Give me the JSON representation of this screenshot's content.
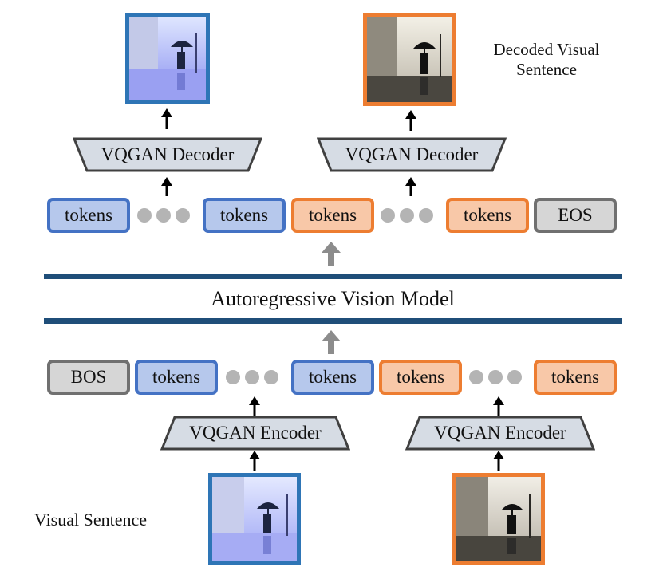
{
  "labels": {
    "decoded": [
      "Decoded Visual",
      "Sentence"
    ],
    "visual_sentence": "Visual Sentence",
    "model": "Autoregressive Vision Model"
  },
  "decoders": [
    "VQGAN Decoder",
    "VQGAN Decoder"
  ],
  "encoders": [
    "VQGAN Encoder",
    "VQGAN Encoder"
  ],
  "top_tokens": [
    "tokens",
    "tokens",
    "tokens",
    "tokens",
    "EOS"
  ],
  "bottom_tokens": [
    "BOS",
    "tokens",
    "tokens",
    "tokens",
    "tokens"
  ],
  "colors": {
    "blue": "#4472c4",
    "orange": "#ed7d31",
    "gray": "#707070",
    "bar": "#1f4e79"
  },
  "icons": [
    "umbrella-figure-image-icon",
    "arrow-up-icon",
    "ellipsis-dots-icon"
  ]
}
